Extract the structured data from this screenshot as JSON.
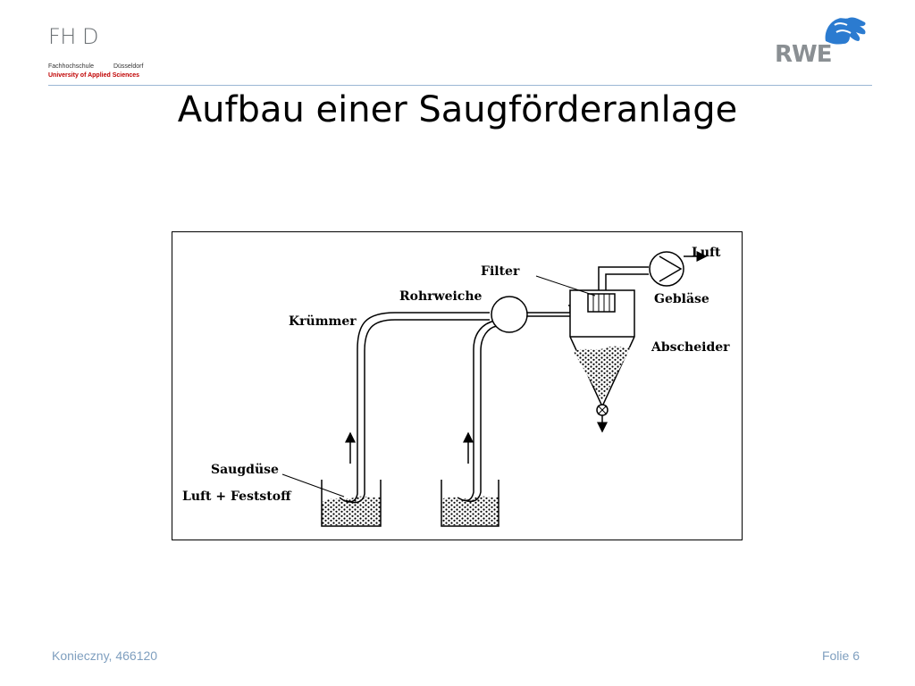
{
  "header": {
    "fhd_logo_text": "FH D",
    "fhd_line1_left": "Fachhochschule",
    "fhd_line1_right": "Düsseldorf",
    "fhd_line2": "University of Applied Sciences",
    "rwe_logo_text": "RWE"
  },
  "slide": {
    "title": "Aufbau einer Saugförderanlage"
  },
  "diagram": {
    "labels": {
      "luft_out": "Luft",
      "filter": "Filter",
      "geblaese": "Gebläse",
      "rohrweiche": "Rohrweiche",
      "kruemmer": "Krümmer",
      "abscheider": "Abscheider",
      "saugduese": "Saugdüse",
      "luft_feststoff": "Luft + Feststoff"
    }
  },
  "footer": {
    "author": "Konieczny, 466120",
    "slide_number": "Folie 6"
  },
  "colors": {
    "accent_line": "#9bb7d4",
    "footer_text": "#7f9fbf",
    "fhd_red": "#c00000",
    "rwe_blue": "#2b7bd0"
  }
}
